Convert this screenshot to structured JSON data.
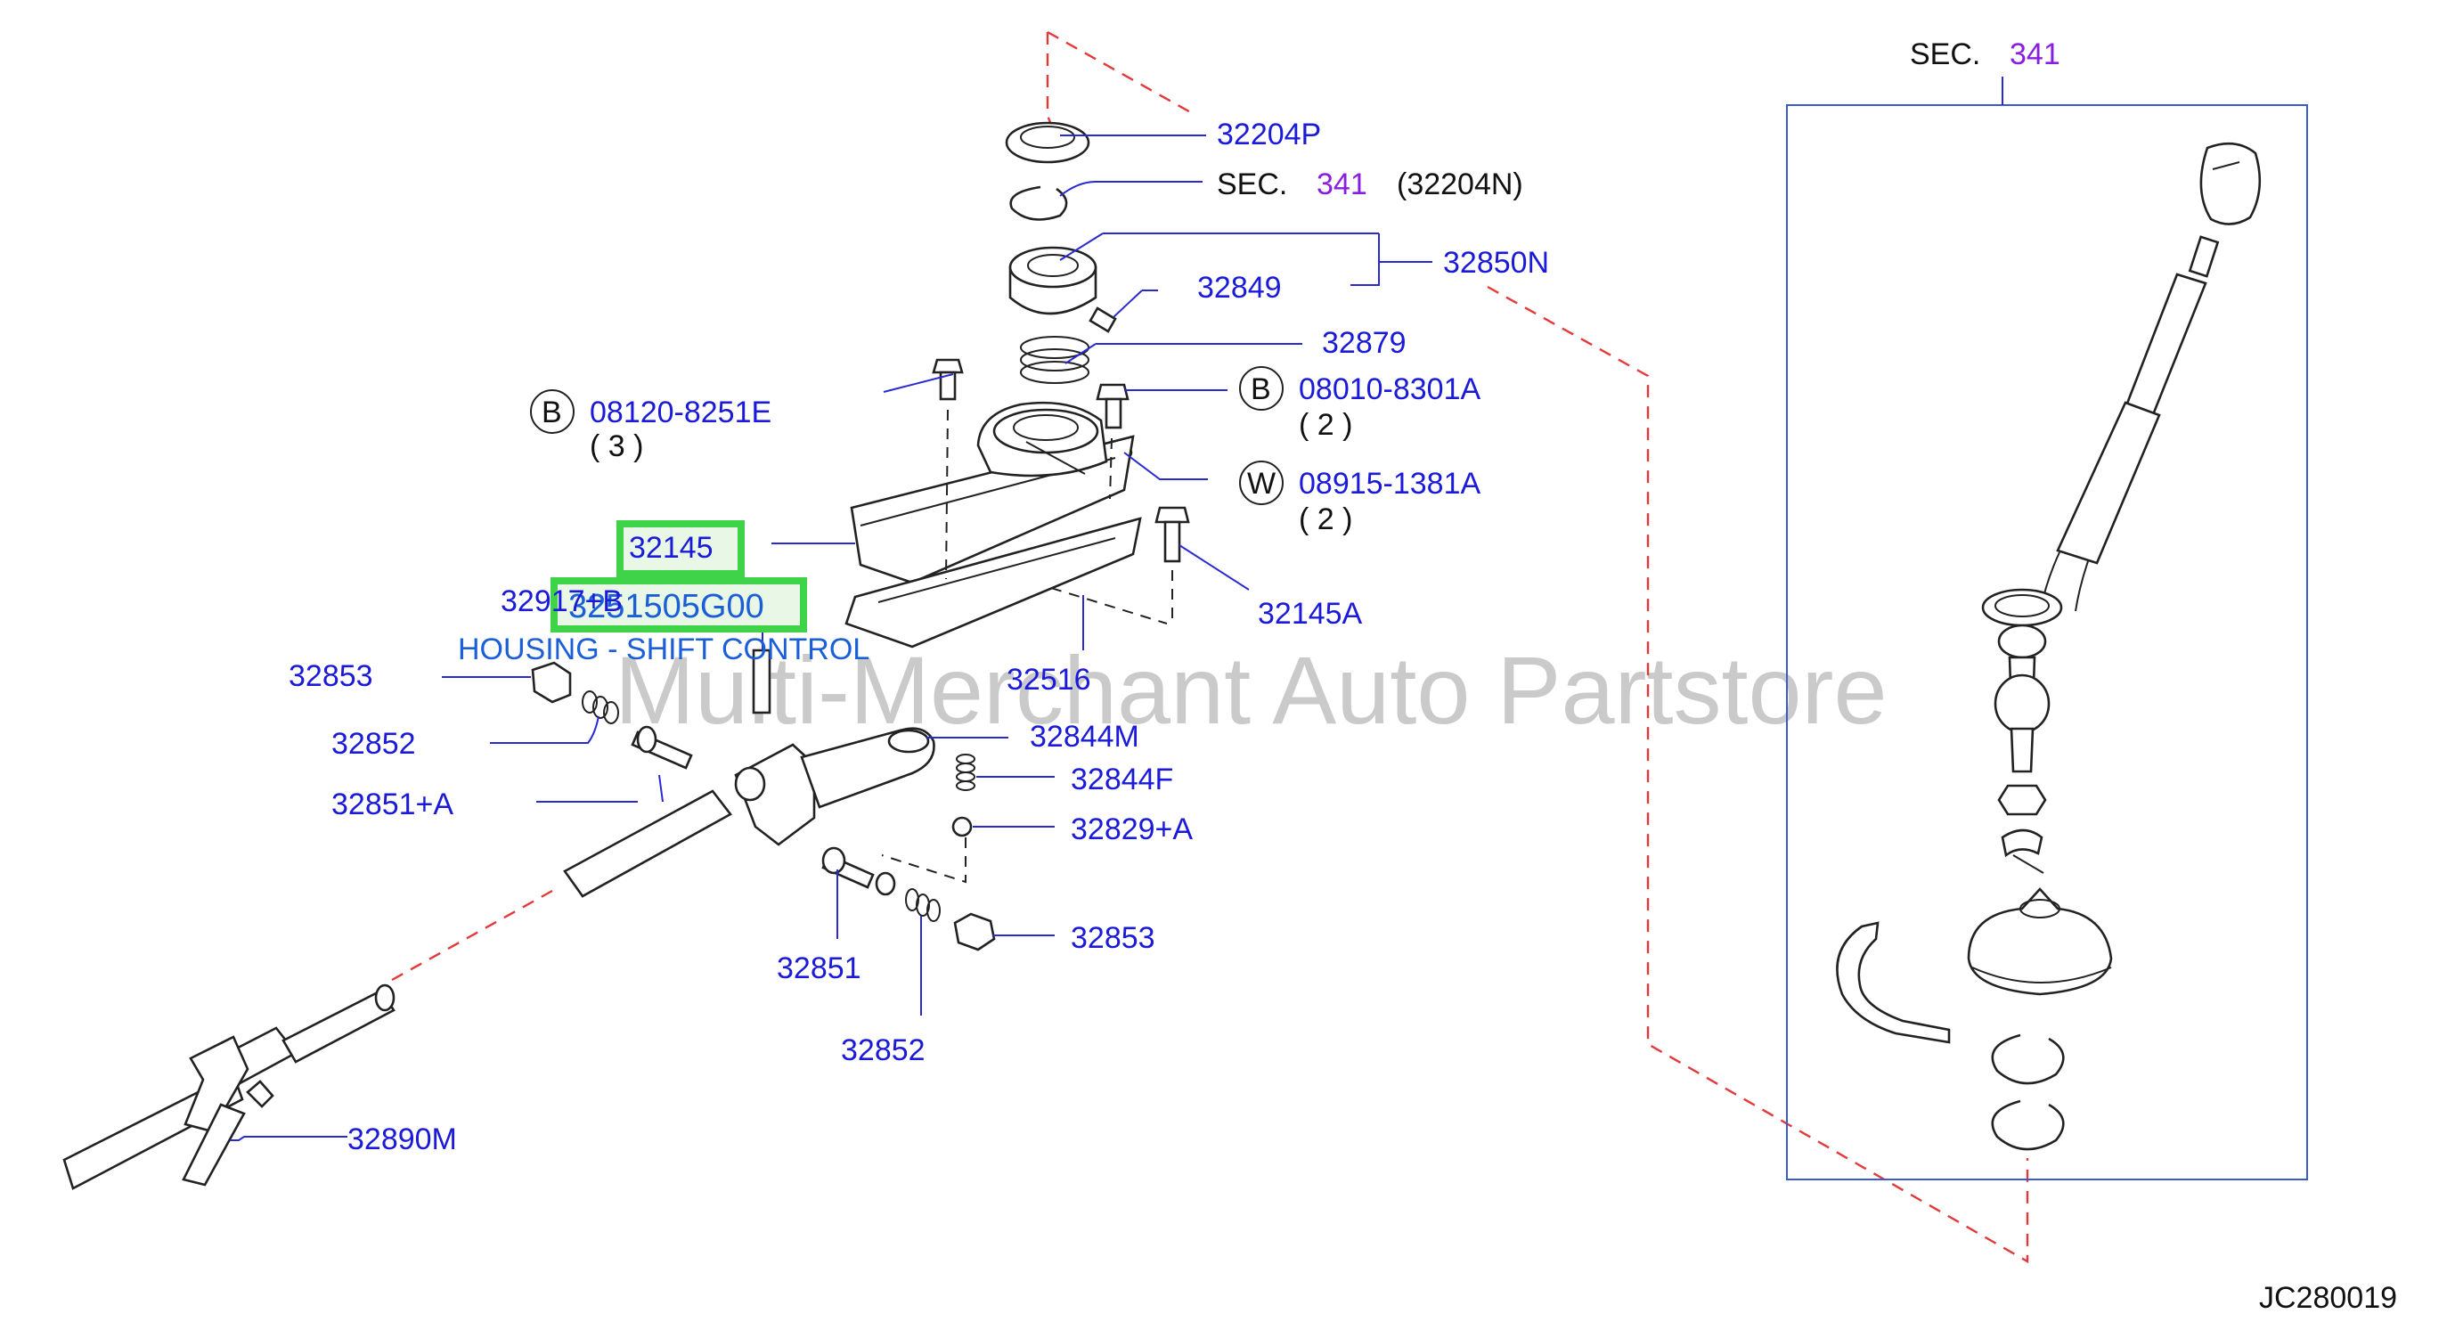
{
  "watermark": "Multi-Merchant Auto Partstore",
  "diagram_code": "JC280019",
  "inset": {
    "sec_prefix": "SEC.",
    "sec_number": "341"
  },
  "sec_ref": {
    "prefix": "SEC.",
    "number": "341",
    "part": "(32204N)"
  },
  "highlight": {
    "part_number": "32145",
    "oem_number": "3251505G00",
    "description": "HOUSING - SHIFT CONTROL"
  },
  "labels": {
    "p32204P": "32204P",
    "p32849": "32849",
    "p32850N": "32850N",
    "p32879": "32879",
    "p08120": "08120-8251E",
    "p08120_qty": "( 3 )",
    "p08010": "08010-8301A",
    "p08010_qty": "( 2 )",
    "p08915": "08915-1381A",
    "p08915_qty": "( 2 )",
    "p32917": "32917+B",
    "p32145A": "32145A",
    "p32853a": "32853",
    "p32516": "32516",
    "p32852a": "32852",
    "p32844M": "32844M",
    "p32844F": "32844F",
    "p32851A": "32851+A",
    "p32829A": "32829+A",
    "p32853b": "32853",
    "p32851": "32851",
    "p32852b": "32852",
    "p32890M": "32890M"
  },
  "callout_letters": {
    "b1": "B",
    "b2": "B",
    "w": "W"
  }
}
